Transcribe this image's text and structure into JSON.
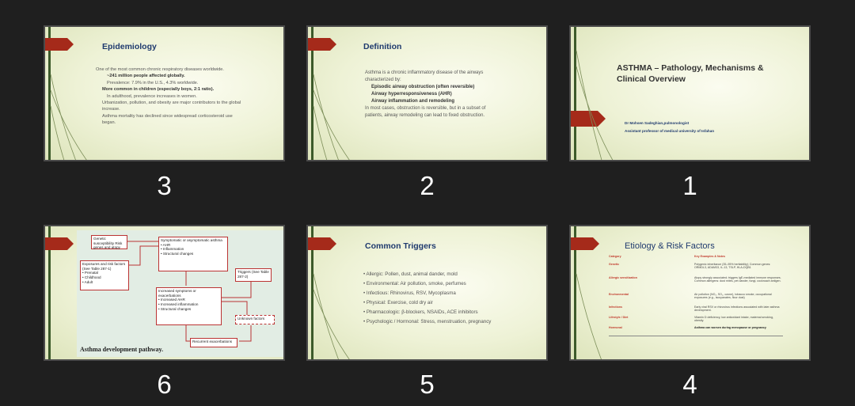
{
  "slides": [
    {
      "number": "3",
      "title": "Epidemiology",
      "lines": [
        {
          "text": "One of the most common chronic respiratory diseases worldwide.",
          "level": 0
        },
        {
          "text": "~241 million people affected globally.",
          "level": 2
        },
        {
          "text": "Prevalence: 7.9% in the U.S., 4.3% worldwide.",
          "level": 2
        },
        {
          "text": "More common in children (especially boys, 2:1 ratio).",
          "level": 1
        },
        {
          "text": "In adulthood, prevalence increases in women.",
          "level": 2
        },
        {
          "text": "Urbanization, pollution, and obesity are major contributors to the global",
          "level": 1
        },
        {
          "text": "increase.",
          "level": 1
        },
        {
          "text": "Asthma mortality has declined since widespread corticosteroid use",
          "level": 1
        },
        {
          "text": "began.",
          "level": 1
        }
      ]
    },
    {
      "number": "2",
      "title": "Definition",
      "lines": [
        {
          "text": "Asthma is a chronic inflammatory disease of the airways",
          "level": 0
        },
        {
          "text": "characterized by:",
          "level": 0
        },
        {
          "text": "Episodic airway obstruction (often reversible)",
          "level": 1
        },
        {
          "text": "Airway hyperresponsiveness (AHR)",
          "level": 1
        },
        {
          "text": "Airway inflammation and remodeling",
          "level": 1
        },
        {
          "text": "In most cases, obstruction is reversible, but in a subset of",
          "level": 0
        },
        {
          "text": "patients, airway remodeling can lead to fixed obstruction.",
          "level": 0
        }
      ]
    },
    {
      "number": "1",
      "title": "ASTHMA – Pathology, Mechanisms & Clinical Overview",
      "author": "Dr Mohsen Sadeghian,pulmonologist",
      "affiliation": "Assistant professor of medical university of Isfahan"
    },
    {
      "number": "6",
      "caption": "Asthma development pathway.",
      "boxes": {
        "genetic": "Genetic susceptibility Risk genes and atopy",
        "exposures": "Exposures and risk factors (See Table 287-1)",
        "exp_items": [
          "Prenatal",
          "Childhood",
          "Adult"
        ],
        "symptomatic": "Symptomatic or asymptomatic asthma",
        "sym_items": [
          "AHR",
          "Inflammation",
          "Structural changes"
        ],
        "triggers": "Triggers (See Table 287-2)",
        "increased": "Increased symptoms or exacerbations",
        "inc_items": [
          "Increased AHR",
          "Increased inflammation",
          "Structural changes"
        ],
        "unknown": "Unknown factors",
        "recurrent": "Recurrent exacerbations"
      }
    },
    {
      "number": "5",
      "title": "Common Triggers",
      "lines": [
        "Allergic: Pollen, dust, animal dander, mold",
        "Environmental: Air pollution, smoke, perfumes",
        "Infectious: Rhinovirus, RSV, Mycoplasma",
        "Physical: Exercise, cold dry air",
        "Pharmacologic: β-blockers, NSAIDs, ACE inhibitors",
        "Psychologic / Hormonal: Stress, menstruation, pregnancy"
      ]
    },
    {
      "number": "4",
      "title": "Etiology & Risk Factors",
      "header": [
        "Category",
        "Key Examples & Notes"
      ],
      "rows": [
        [
          "Genetic",
          "Polygenic inheritance (35–95% heritability); Common genes: ORMDL3, ADAM33, IL-13, TSLP, HLA-DQB1"
        ],
        [
          "Allergic sensitization",
          "Atopy strongly associated; triggers IgE-mediated immune responses. Common allergens: dust mites, pet dander, fungi, cockroach antigen."
        ],
        [
          "Environmental",
          "Air pollution (NO₂, SO₂, ozone), tobacco smoke, occupational exposures (e.g., isocyanates, flour dust)"
        ],
        [
          "Infections",
          "Early viral RSV or rhinovirus infections associated with later asthma development."
        ],
        [
          "Lifestyle / Diet",
          "Vitamin D deficiency, low antioxidant intake, maternal smoking, obesity."
        ],
        [
          "Hormonal",
          "Asthma can worsen during menopause or pregnancy"
        ]
      ]
    }
  ]
}
